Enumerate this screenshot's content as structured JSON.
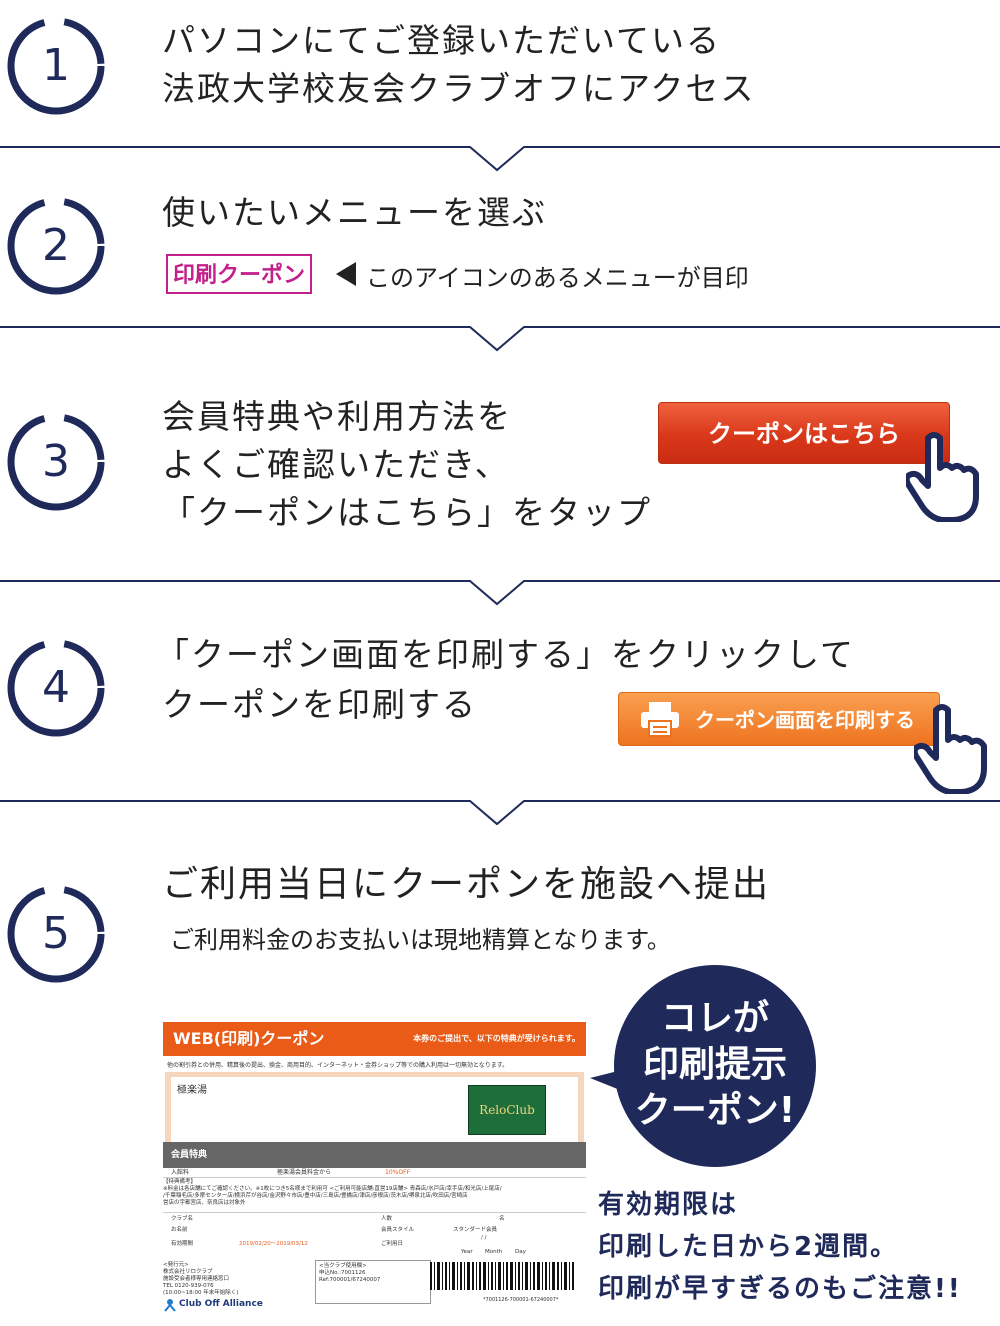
{
  "steps": [
    {
      "number": "1",
      "lines": [
        "パソコンにてご登録いただいている",
        "法政大学校友会クラブオフにアクセス"
      ]
    },
    {
      "number": "2",
      "lines": [
        "使いたいメニューを選ぶ"
      ],
      "icon_label": "印刷クーポン",
      "hint": "このアイコンのあるメニューが目印"
    },
    {
      "number": "3",
      "lines": [
        "会員特典や利用方法を",
        "よくご確認いただき、",
        "「クーポンはこちら」をタップ"
      ],
      "button_label": "クーポンはこちら"
    },
    {
      "number": "4",
      "lines": [
        "「クーポン画面を印刷する」をクリックして",
        "クーポンを印刷する"
      ],
      "button_label": "クーポン画面を印刷する"
    },
    {
      "number": "5",
      "lines": [
        "ご利用当日にクーポンを施設へ提出"
      ],
      "sub": "ご利用料金のお支払いは現地精算となります。"
    }
  ],
  "coupon": {
    "title": "WEB(印刷)クーポン",
    "header_note": "本券のご提出で、以下の特典が受けられます。",
    "top_note": "他の割引券との併用、精算後の提出、換金、商用目的、インターネット・金券ショップ等での購入利用は一切無効となります。",
    "facility": "極楽湯",
    "logo": "ReloClub",
    "benefit_band": "会員特典",
    "benefit_rows": [
      [
        "入館料",
        "極楽湯会員料金から",
        "10%OFF"
      ]
    ],
    "notes_lines": [
      "【特典備考】",
      "※料金は各店舗にてご確認ください。※1枚につき5名様まで利用可 <ご利用可能店舗:直営19店舗> 青森店/水戸店/幸手店/和光店/上尾店/",
      "/千葉稲毛店/多摩センター店/横浜芹が谷店/金沢野々市店/豊中店/三島店/豊橋店/津店/彦根店/茨木店/堺泉北店/吹田店/宮崎店",
      "営店の宇都宮店、奈良店は対象外"
    ],
    "fields": [
      {
        "label": "クラブ名",
        "value": ""
      },
      {
        "label": "お名前",
        "value": ""
      },
      {
        "label": "有効期間",
        "value": "2019/02/20〜2019/03/12"
      },
      {
        "label": "人数",
        "value": "名"
      },
      {
        "label": "会員スタイル",
        "value": "スタンダード会員"
      },
      {
        "label": "ご利用日",
        "value": "/ /"
      }
    ],
    "date_units": [
      "Year",
      "Month",
      "Day"
    ],
    "issuer_lines": [
      "<発行元>",
      "株式会社リロクラブ",
      "施設受会者様専用連絡窓口",
      "TEL 0120-939-076",
      "(10:00~18:00 年末年始除く)"
    ],
    "ref_lines": [
      "<当クラブ使用欄>",
      "申込No.:7001126",
      "Ref:700001/67240007"
    ],
    "barcode_text": "*7001126-700001-67240007*",
    "brand": "Club Off Alliance"
  },
  "bubble_lines": [
    "コレが",
    "印刷提示",
    "クーポン!"
  ],
  "notice_lines": [
    "有効期限は",
    "印刷した日から2週間。",
    "印刷が早すぎるのもご注意!!"
  ],
  "colors": {
    "navy": "#1f2a5a",
    "magenta": "#c2208a",
    "red_button": "#d9381a",
    "orange_button": "#ee7320",
    "coupon_orange": "#ea5b18"
  }
}
